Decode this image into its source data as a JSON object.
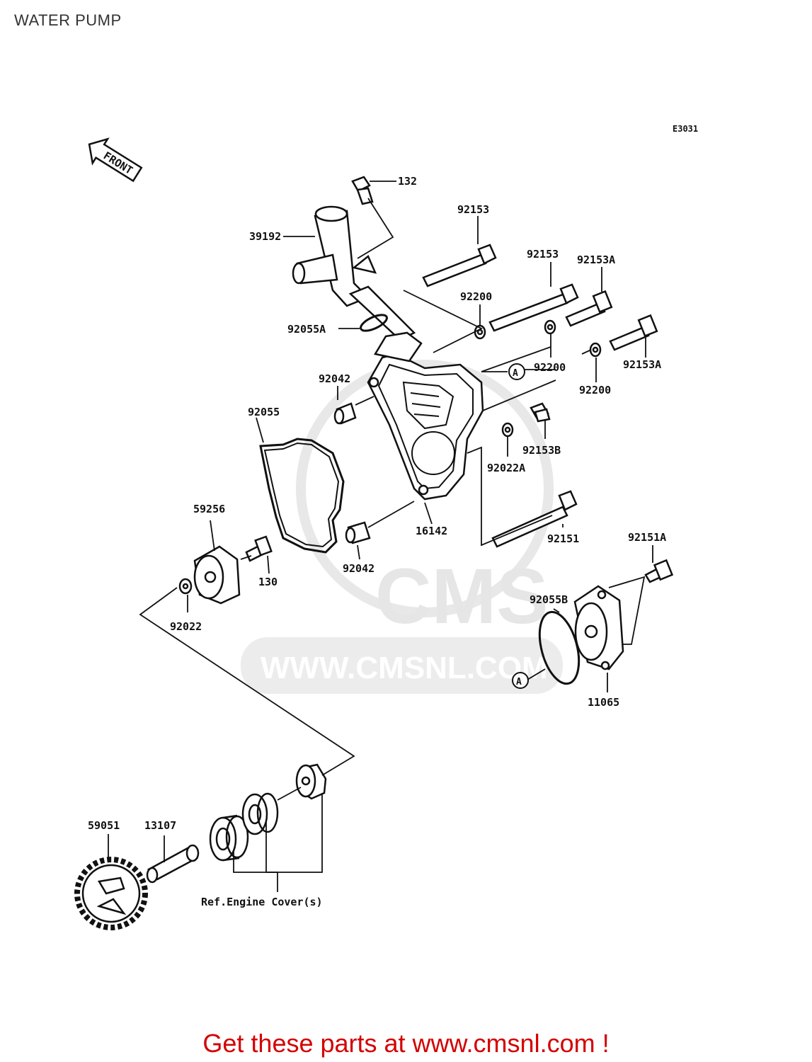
{
  "title": "WATER PUMP",
  "diagram_code": "E3031",
  "front_label": "FRONT",
  "watermark": "WWW.CMSNL.COM",
  "circle_ref": "A",
  "parts": {
    "p132": "132",
    "p92153_a": "92153",
    "p39192": "39192",
    "p92153_b": "92153",
    "p92153A_a": "92153A",
    "p92200_a": "92200",
    "p92055A": "92055A",
    "p92200_b": "92200",
    "p92153A_b": "92153A",
    "p92042_a": "92042",
    "p92200_c": "92200",
    "p92055": "92055",
    "p92153B": "92153B",
    "p92022A": "92022A",
    "p59256": "59256",
    "p16142": "16142",
    "p92151": "92151",
    "p92151A": "92151A",
    "p130": "130",
    "p92042_b": "92042",
    "p92055B": "92055B",
    "p92022": "92022",
    "p11065": "11065",
    "p59051": "59051",
    "p13107": "13107"
  },
  "ref_note": "Ref.Engine Cover(s)",
  "footer": "Get these parts at www.cmsnl.com !"
}
